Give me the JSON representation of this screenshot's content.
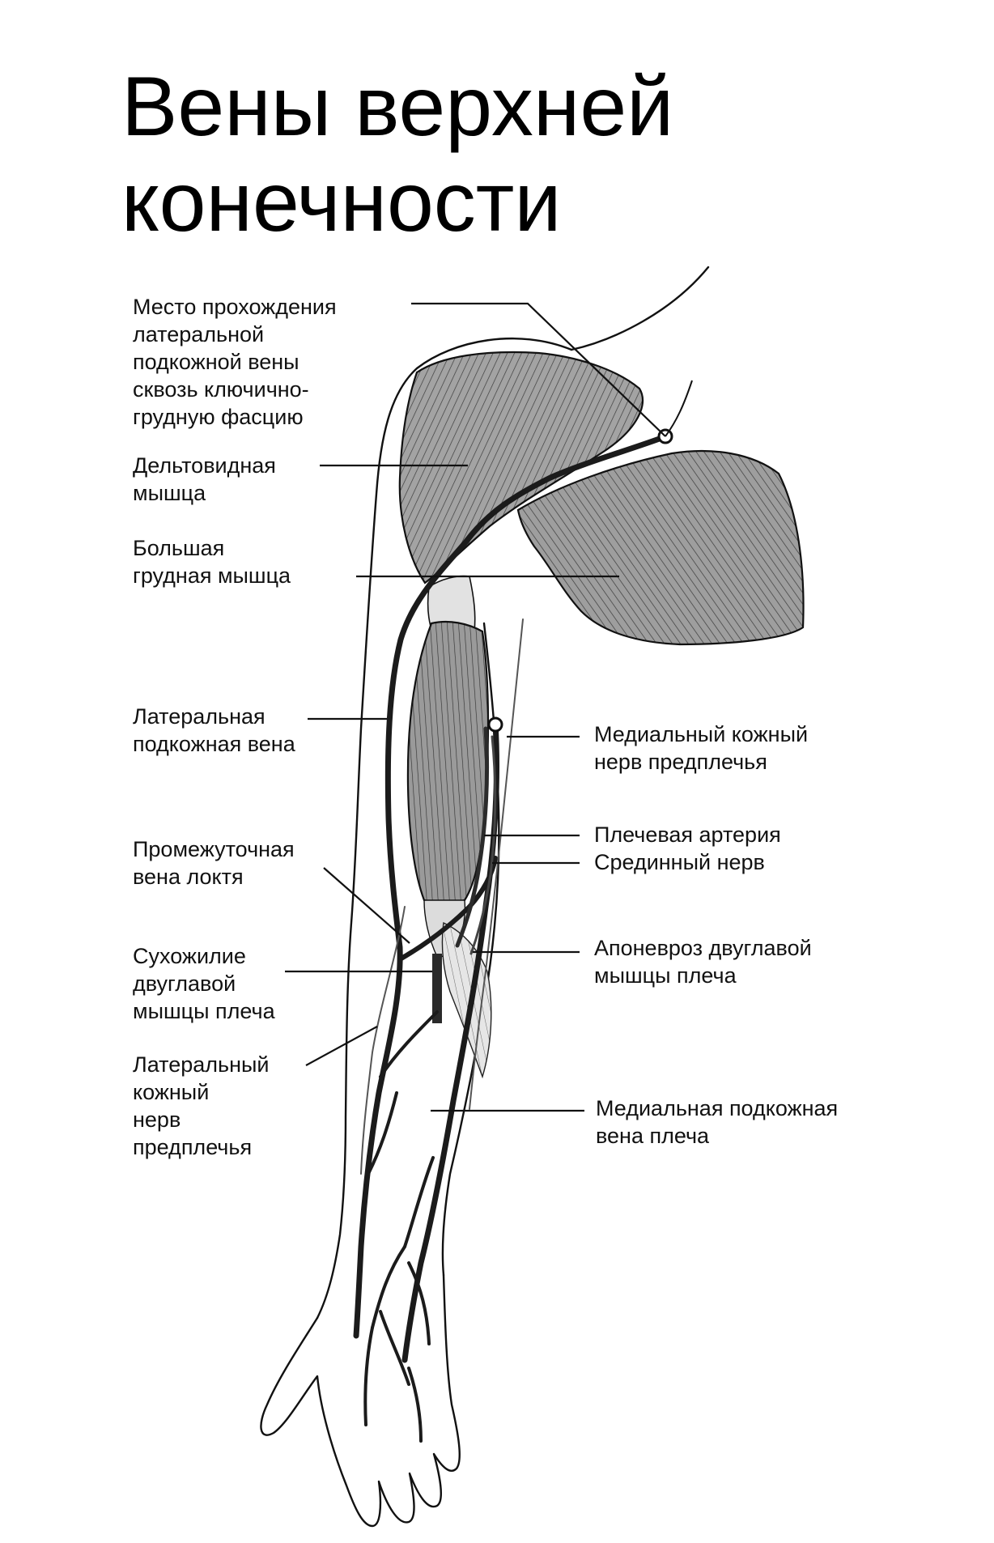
{
  "title": {
    "line1": "Вены верхней",
    "line2": "конечности"
  },
  "labels": {
    "clavipectoral_passage": [
      "Место прохождения",
      "латеральной",
      "подкожной вены",
      "сквозь ключично-",
      "грудную фасцию"
    ],
    "deltoid": [
      "Дельтовидная",
      "мышца"
    ],
    "pectoralis_major": [
      "Большая",
      "грудная мышца"
    ],
    "cephalic_vein": [
      "Латеральная",
      "подкожная вена"
    ],
    "median_cubital_vein": [
      "Промежуточная",
      "вена локтя"
    ],
    "biceps_tendon": [
      "Сухожилие",
      "двуглавой",
      "мышцы плеча"
    ],
    "lateral_cutaneous_nerve": [
      "Латеральный",
      "кожный",
      "нерв",
      "предплечья"
    ],
    "medial_cutaneous_nerve": [
      "Медиальный кожный",
      "нерв предплечья"
    ],
    "brachial_artery": [
      "Плечевая артерия"
    ],
    "median_nerve": [
      "Срединный нерв"
    ],
    "bicipital_aponeurosis": [
      "Апоневроз двуглавой",
      "мышцы плеча"
    ],
    "basilic_vein": [
      "Медиальная подкожная",
      "вена плеча"
    ]
  },
  "colors": {
    "line": "#111111",
    "muscle_fill": "#9c9c9c",
    "tendon_fill": "#d9d9d9",
    "background": "#ffffff"
  }
}
